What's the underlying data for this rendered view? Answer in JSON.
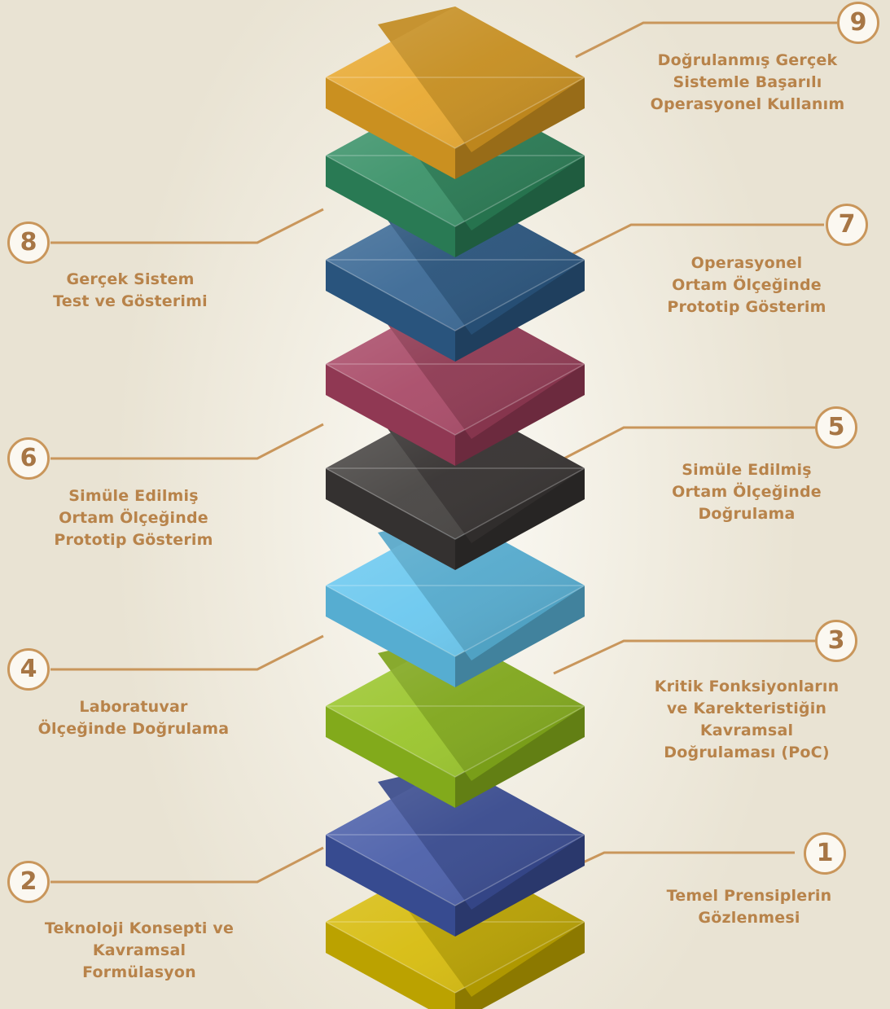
{
  "colors": {
    "connector": "#c9965b",
    "label_text": "#b8834a",
    "badge_border": "#c9965b"
  },
  "levels": [
    {
      "number": "1",
      "lines": [
        "Temel Prensiplerin",
        "Gözlenmesi"
      ],
      "color": "#d4b800"
    },
    {
      "number": "2",
      "lines": [
        "Teknoloji Konsepti ve",
        "Kavramsal",
        "Formülasyon"
      ],
      "color": "#3f55a4"
    },
    {
      "number": "3",
      "lines": [
        "Kritik Fonksiyonların",
        "ve Karekteristiğin",
        "Kavramsal",
        "Doğrulaması (PoC)"
      ],
      "color": "#94c11f"
    },
    {
      "number": "4",
      "lines": [
        "Laboratuvar",
        "Ölçeğinde Doğrulama"
      ],
      "color": "#62c5ee"
    },
    {
      "number": "5",
      "lines": [
        "Simüle Edilmiş",
        "Ortam Ölçeğinde",
        "Doğrulama"
      ],
      "color": "#3b3836"
    },
    {
      "number": "6",
      "lines": [
        "Simüle Edilmiş",
        "Ortam Ölçeğinde",
        "Prototip Gösterim"
      ],
      "color": "#a4405e"
    },
    {
      "number": "7",
      "lines": [
        "Operasyonel",
        "Ortam Ölçeğinde",
        "Prototip Gösterim"
      ],
      "color": "#2f5f8e"
    },
    {
      "number": "8",
      "lines": [
        "Gerçek Sistem",
        "Test ve Gösterimi"
      ],
      "color": "#2f8b5f"
    },
    {
      "number": "9",
      "lines": [
        "Doğrulanmış Gerçek",
        "Sistemle Başarılı",
        "Operasyonel Kullanım"
      ],
      "color": "#e6a424"
    }
  ]
}
